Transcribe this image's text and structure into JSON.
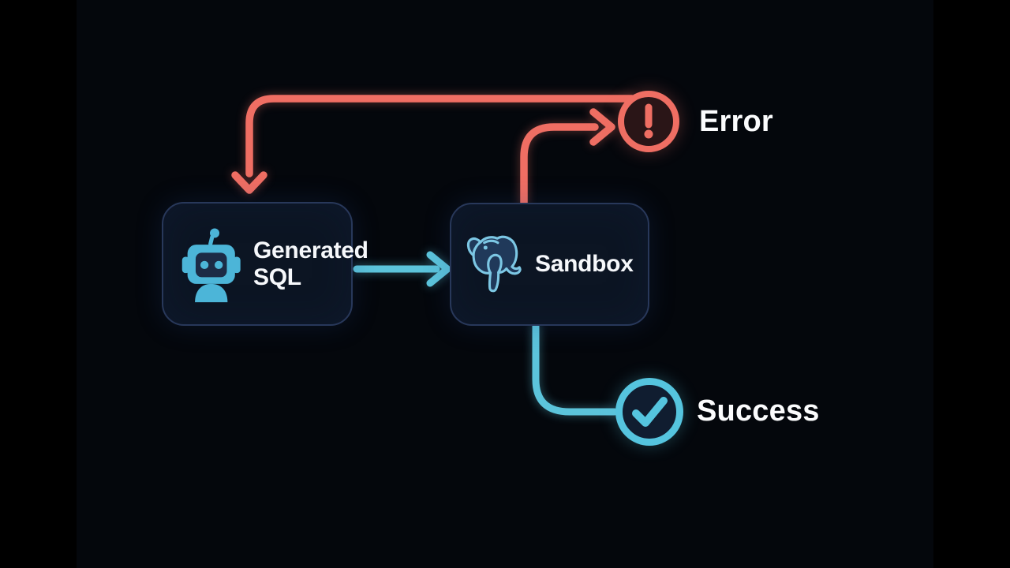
{
  "diagram": {
    "title": "generated-sql-sandbox-flow",
    "nodes": {
      "generated_sql": {
        "label": "Generated SQL",
        "icon": "robot-icon"
      },
      "sandbox": {
        "label": "Sandbox",
        "icon": "postgresql-elephant-icon"
      },
      "error": {
        "label": "Error",
        "icon": "exclamation-icon"
      },
      "success": {
        "label": "Success",
        "icon": "checkmark-icon"
      }
    },
    "edges": [
      {
        "from": "generated_sql",
        "to": "sandbox",
        "color": "#5cc4db",
        "arrowhead": true
      },
      {
        "from": "sandbox",
        "to": "error",
        "color": "#ef6e63",
        "arrowhead": true
      },
      {
        "from": "error",
        "to": "generated_sql",
        "color": "#ef6e63",
        "arrowhead": true
      },
      {
        "from": "sandbox",
        "to": "success",
        "color": "#5cc4db",
        "arrowhead": false
      }
    ],
    "colors": {
      "background": "#04070c",
      "pillar": "#000000",
      "box_fill": "#0c1523",
      "box_border": "#28385a",
      "teal_accent": "#5cc4db",
      "red_accent": "#ef6e63",
      "robot_blue": "#4cb5d8",
      "text": "#f6f8fb"
    }
  }
}
